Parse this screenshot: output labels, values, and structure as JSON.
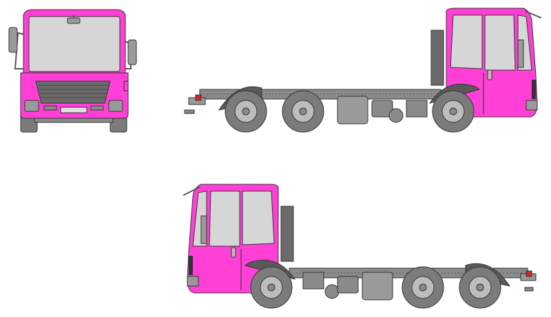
{
  "colors": {
    "cab": "#ff3fd6",
    "cab_dark": "#cc1fa6",
    "glass": "#d6d6d6",
    "chassis": "#8a8a8a",
    "chassis_dark": "#5a5a5a",
    "tire": "#7b7b7b",
    "rim": "#bdbdbd",
    "outline": "#333333",
    "light": "#e0e0e0",
    "red": "#d22"
  },
  "views": [
    "front-view",
    "right-side-view",
    "left-side-view"
  ]
}
